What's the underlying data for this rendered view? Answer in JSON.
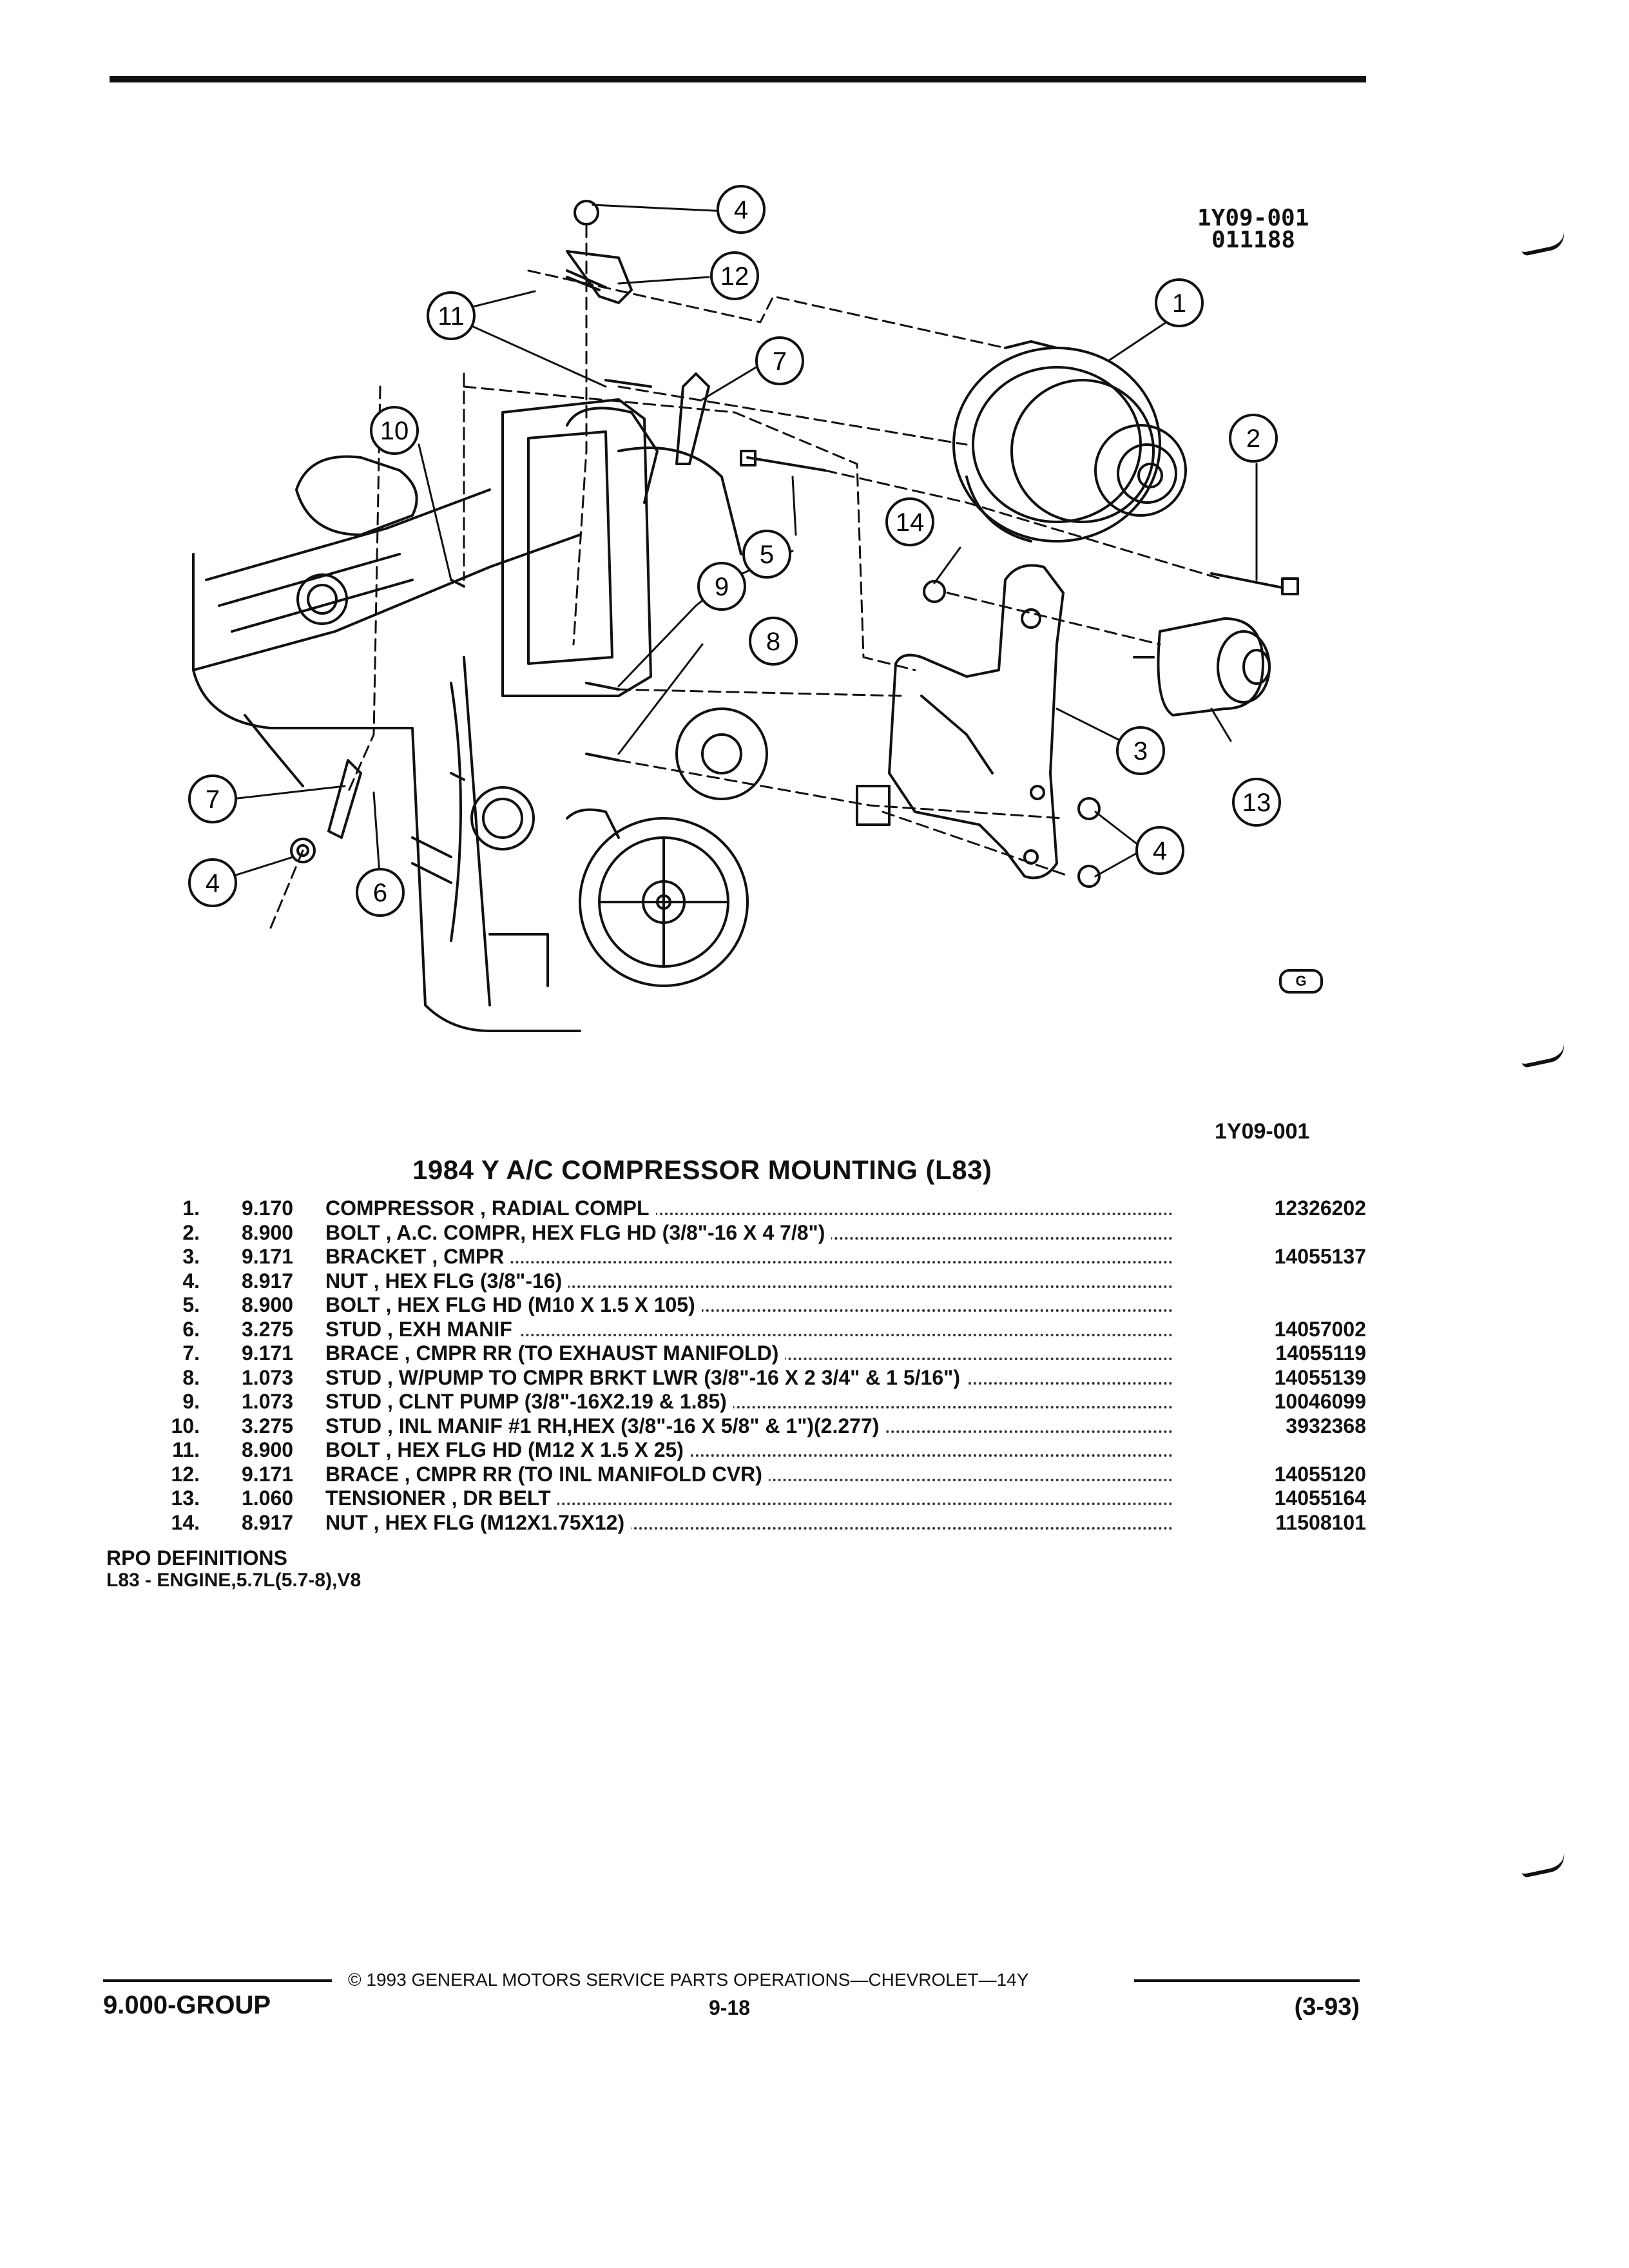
{
  "figure": {
    "code": "1Y09-001",
    "date_code": "011188",
    "caption_code": "1Y09-001",
    "logo_text": "G",
    "callouts": [
      "1",
      "2",
      "3",
      "4",
      "5",
      "6",
      "7",
      "8",
      "9",
      "10",
      "11",
      "12",
      "13",
      "14"
    ]
  },
  "title": "1984 Y A/C COMPRESSOR MOUNTING (L83)",
  "parts": [
    {
      "num": "1.",
      "group": "9.170",
      "desc": "COMPRESSOR , RADIAL COMPL",
      "part_number": "12326202"
    },
    {
      "num": "2.",
      "group": "8.900",
      "desc": "BOLT , A.C. COMPR, HEX FLG HD (3/8\"-16 X 4 7/8\")",
      "part_number": ""
    },
    {
      "num": "3.",
      "group": "9.171",
      "desc": "BRACKET , CMPR",
      "part_number": "14055137"
    },
    {
      "num": "4.",
      "group": "8.917",
      "desc": "NUT , HEX FLG (3/8\"-16)",
      "part_number": ""
    },
    {
      "num": "5.",
      "group": "8.900",
      "desc": "BOLT , HEX FLG HD (M10 X 1.5 X 105)",
      "part_number": ""
    },
    {
      "num": "6.",
      "group": "3.275",
      "desc": "STUD , EXH MANIF",
      "part_number": "14057002"
    },
    {
      "num": "7.",
      "group": "9.171",
      "desc": "BRACE , CMPR RR (TO EXHAUST MANIFOLD)",
      "part_number": "14055119"
    },
    {
      "num": "8.",
      "group": "1.073",
      "desc": "STUD , W/PUMP TO CMPR BRKT LWR (3/8\"-16 X 2 3/4\" & 1 5/16\")",
      "part_number": "14055139"
    },
    {
      "num": "9.",
      "group": "1.073",
      "desc": "STUD , CLNT PUMP (3/8\"-16X2.19 & 1.85)",
      "part_number": "10046099"
    },
    {
      "num": "10.",
      "group": "3.275",
      "desc": "STUD , INL MANIF #1 RH,HEX (3/8\"-16 X 5/8\" & 1\")(2.277)",
      "part_number": "3932368"
    },
    {
      "num": "11.",
      "group": "8.900",
      "desc": "BOLT , HEX FLG HD (M12 X 1.5 X 25)",
      "part_number": ""
    },
    {
      "num": "12.",
      "group": "9.171",
      "desc": "BRACE , CMPR RR (TO INL MANIFOLD CVR)",
      "part_number": "14055120"
    },
    {
      "num": "13.",
      "group": "1.060",
      "desc": "TENSIONER , DR BELT",
      "part_number": "14055164"
    },
    {
      "num": "14.",
      "group": "8.917",
      "desc": "NUT , HEX FLG (M12X1.75X12)",
      "part_number": "11508101"
    }
  ],
  "rpo": {
    "title": "RPO DEFINITIONS",
    "definition": "L83 - ENGINE,5.7L(5.7-8),V8"
  },
  "footer": {
    "copyright": "© 1993 GENERAL MOTORS SERVICE PARTS OPERATIONS—CHEVROLET—14Y",
    "group": "9.000-GROUP",
    "page": "9-18",
    "revision": "(3-93)"
  }
}
